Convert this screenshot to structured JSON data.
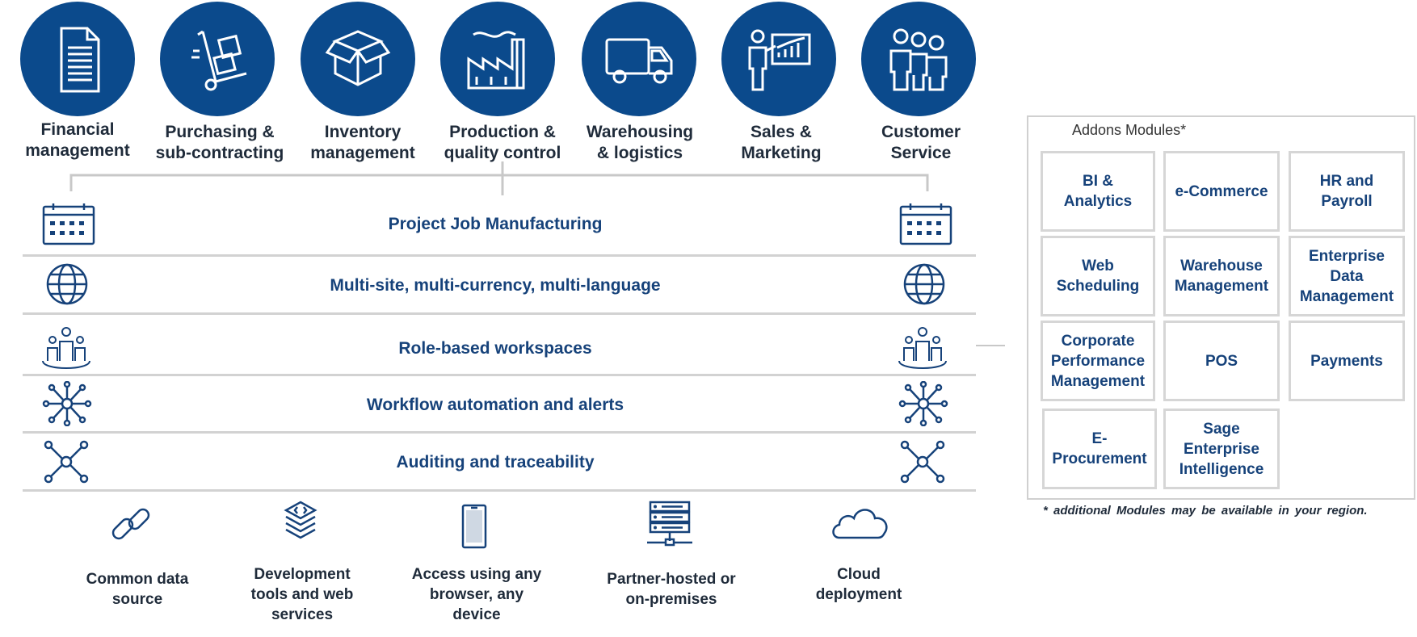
{
  "colors": {
    "brand": "#0b4a8c",
    "feature_text": "#16427a",
    "label_text": "#1f2b3a",
    "divider": "#d2d2d2"
  },
  "modules": [
    {
      "label": "Financial\nmanagement",
      "icon": "document-icon"
    },
    {
      "label": "Purchasing &\nsub-contracting",
      "icon": "hand-truck-icon"
    },
    {
      "label": "Inventory\nmanagement",
      "icon": "open-box-icon"
    },
    {
      "label": "Production &\nquality control",
      "icon": "factory-icon"
    },
    {
      "label": "Warehousing\n& logistics",
      "icon": "truck-icon"
    },
    {
      "label": "Sales &\nMarketing",
      "icon": "presentation-icon"
    },
    {
      "label": "Customer\nService",
      "icon": "people-icon"
    }
  ],
  "features": [
    {
      "label": "Project Job Manufacturing",
      "icon": "calendar-icon"
    },
    {
      "label": "Multi-site, multi-currency, multi-language",
      "icon": "globe-icon"
    },
    {
      "label": "Role-based workspaces",
      "icon": "team-icon"
    },
    {
      "label": "Workflow automation and alerts",
      "icon": "hub-icon"
    },
    {
      "label": "Auditing and traceability",
      "icon": "network-icon"
    }
  ],
  "platform": [
    {
      "label": "Common data\nsource",
      "icon": "link-icon"
    },
    {
      "label": "Development\ntools and web\nservices",
      "icon": "layers-code-icon"
    },
    {
      "label": "Access using any\nbrowser, any\ndevice",
      "icon": "mobile-icon"
    },
    {
      "label": "Partner-hosted or\non-premises",
      "icon": "server-icon"
    },
    {
      "label": "Cloud\ndeployment",
      "icon": "cloud-icon"
    }
  ],
  "addons": {
    "title": "Addons Modules*",
    "items": [
      "BI &\nAnalytics",
      "e-Commerce",
      "HR and\nPayroll",
      "Web\nScheduling",
      "Warehouse\nManagement",
      "Enterprise\nData\nManagement",
      "Corporate\nPerformance\nManagement",
      "POS",
      "Payments",
      "E-\nProcurement",
      "Sage\nEnterprise\nIntelligence"
    ],
    "footnote": "* additional Modules may be available in your region."
  }
}
